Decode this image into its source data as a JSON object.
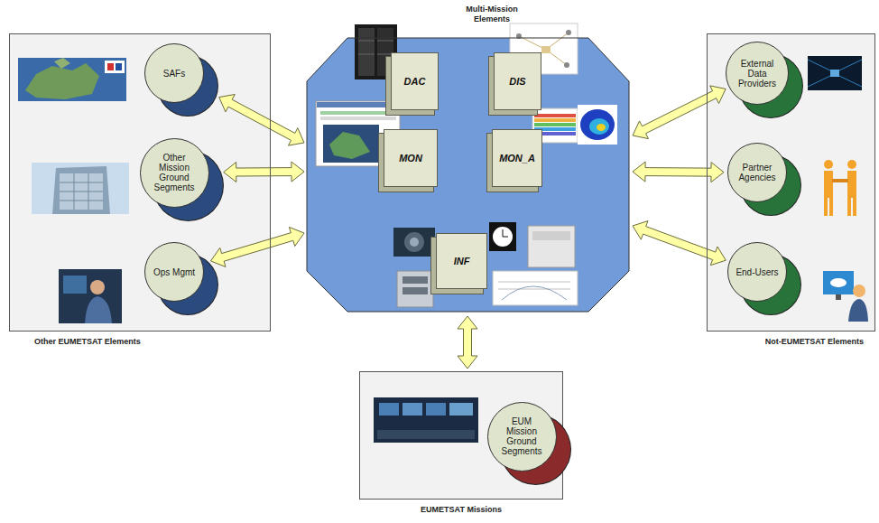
{
  "diagram": {
    "nodes": [
      {
        "text": [
          "Other EUMETSAT Elements"
        ]
      },
      {
        "text": [
          "SAFs"
        ],
        "in": 0
      },
      {
        "text": [
          "Other Mission Ground Segments"
        ],
        "in": 0
      },
      {
        "text": [
          "Ops Mgmt"
        ],
        "in": 0
      },
      {
        "text": [
          "Multi-Mission Elements"
        ]
      },
      {
        "text": [
          "DAC"
        ],
        "in": 4
      },
      {
        "text": [
          "DIS"
        ],
        "in": 4
      },
      {
        "text": [
          "MON"
        ],
        "in": 4
      },
      {
        "text": [
          "MON_A"
        ],
        "in": 4
      },
      {
        "text": [
          "INF"
        ],
        "in": 4
      },
      {
        "text": [
          "Not-EUMETSAT Elements"
        ]
      },
      {
        "text": [
          "External Data Providers"
        ],
        "in": 10
      },
      {
        "text": [
          "Partner Agencies"
        ],
        "in": 10
      },
      {
        "text": [
          "End-Users"
        ],
        "in": 10
      },
      {
        "text": [
          "EUMETSAT Missions"
        ]
      },
      {
        "text": [
          "EUM Mission Ground Segments"
        ],
        "in": 14
      }
    ],
    "edges": [
      {
        "from": 1,
        "to": 4,
        "arrow": "both"
      },
      {
        "from": 2,
        "to": 4,
        "arrow": "both"
      },
      {
        "from": 3,
        "to": 4,
        "arrow": "both"
      },
      {
        "from": 11,
        "to": 4,
        "arrow": "both"
      },
      {
        "from": 12,
        "to": 4,
        "arrow": "both"
      },
      {
        "from": 13,
        "to": 4,
        "arrow": "both"
      },
      {
        "from": 4,
        "to": 14,
        "arrow": "both"
      }
    ]
  }
}
